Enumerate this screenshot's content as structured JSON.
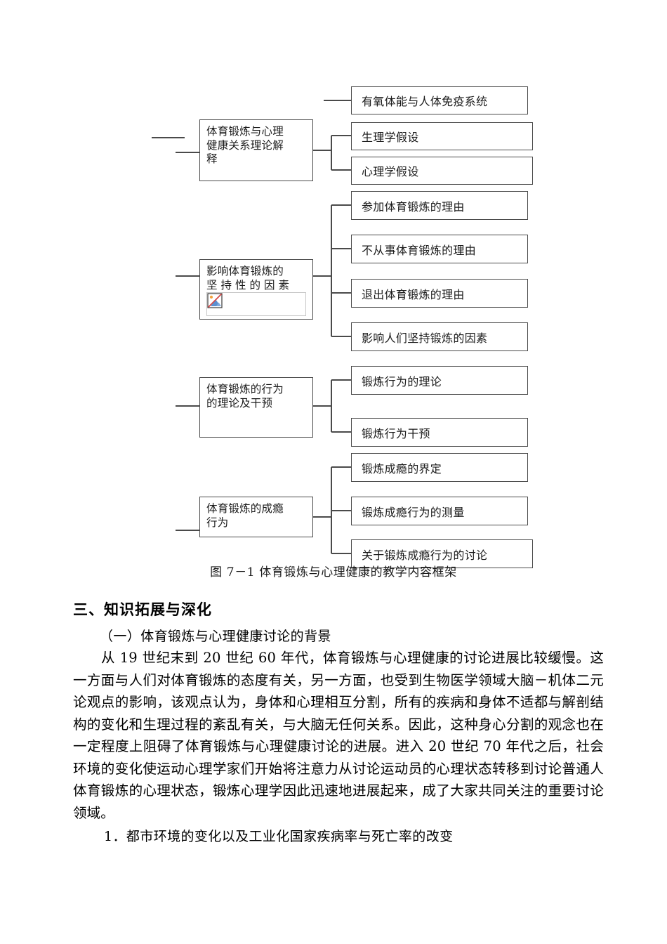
{
  "document": {
    "figure": {
      "caption": "图 7－1 体育锻炼与心理健康的教学内容框架",
      "broken_image_alt": "broken-image-placeholder",
      "branches": [
        {
          "parent": "体育锻炼与心理健康关系理论解释",
          "parent_line1": "体育锻炼与心理",
          "parent_line2": "健康关系理论解",
          "parent_line3": "释",
          "children": [
            "有氧体能与人体免疫系统",
            "生理学假设",
            "心理学假设"
          ]
        },
        {
          "parent": "影响体育锻炼的坚持性的因素",
          "parent_line1": "影响体育锻炼的",
          "parent_line2": "坚持性的因素",
          "has_broken_image": true,
          "children": [
            "参加体育锻炼的理由",
            "不从事体育锻炼的理由",
            "退出体育锻炼的理由",
            "影响人们坚持锻炼的因素"
          ]
        },
        {
          "parent": "体育锻炼的行为的理论及干预",
          "parent_line1": "体育锻炼的行为",
          "parent_line2": "的理论及干预",
          "children": [
            "锻炼行为的理论",
            "锻炼行为干预"
          ]
        },
        {
          "parent": "体育锻炼的成瘾行为",
          "parent_line1": "体育锻炼的成瘾",
          "parent_line2": "行为",
          "children": [
            "锻炼成瘾的界定",
            "锻炼成瘾行为的测量",
            "关于锻炼成瘾行为的讨论"
          ]
        }
      ]
    },
    "section": {
      "heading": "三、知识拓展与深化",
      "subheading": "（一）体育锻炼与心理健康讨论的背景",
      "paragraph": "从 19 世纪末到 20 世纪 60 年代，体育锻炼与心理健康的讨论进展比较缓慢。这一方面与人们对体育锻炼的态度有关，另一方面，也受到生物医学领域大脑－机体二元论观点的影响，该观点认为，身体和心理相互分割，所有的疾病和身体不适都与解剖结构的变化和生理过程的紊乱有关，与大脑无任何关系。因此，这种身心分割的观念也在一定程度上阻碍了体育锻炼与心理健康讨论的进展。进入 20 世纪 70 年代之后，社会环境的变化使运动心理学家们开始将注意力从讨论运动员的心理状态转移到讨论普通人体育锻炼的心理状态，锻炼心理学因此迅速地进展起来，成了大家共同关注的重要讨论领域。",
      "list_item_1": "1．都市环境的变化以及工业化国家疾病率与死亡率的改变"
    },
    "colors": {
      "border": "#4a4a4a",
      "text": "#1a1a1a",
      "page_background": "#ffffff",
      "broken_icon_slash": "#d24b4b",
      "broken_icon_mountain": "#5b8fd0"
    }
  }
}
